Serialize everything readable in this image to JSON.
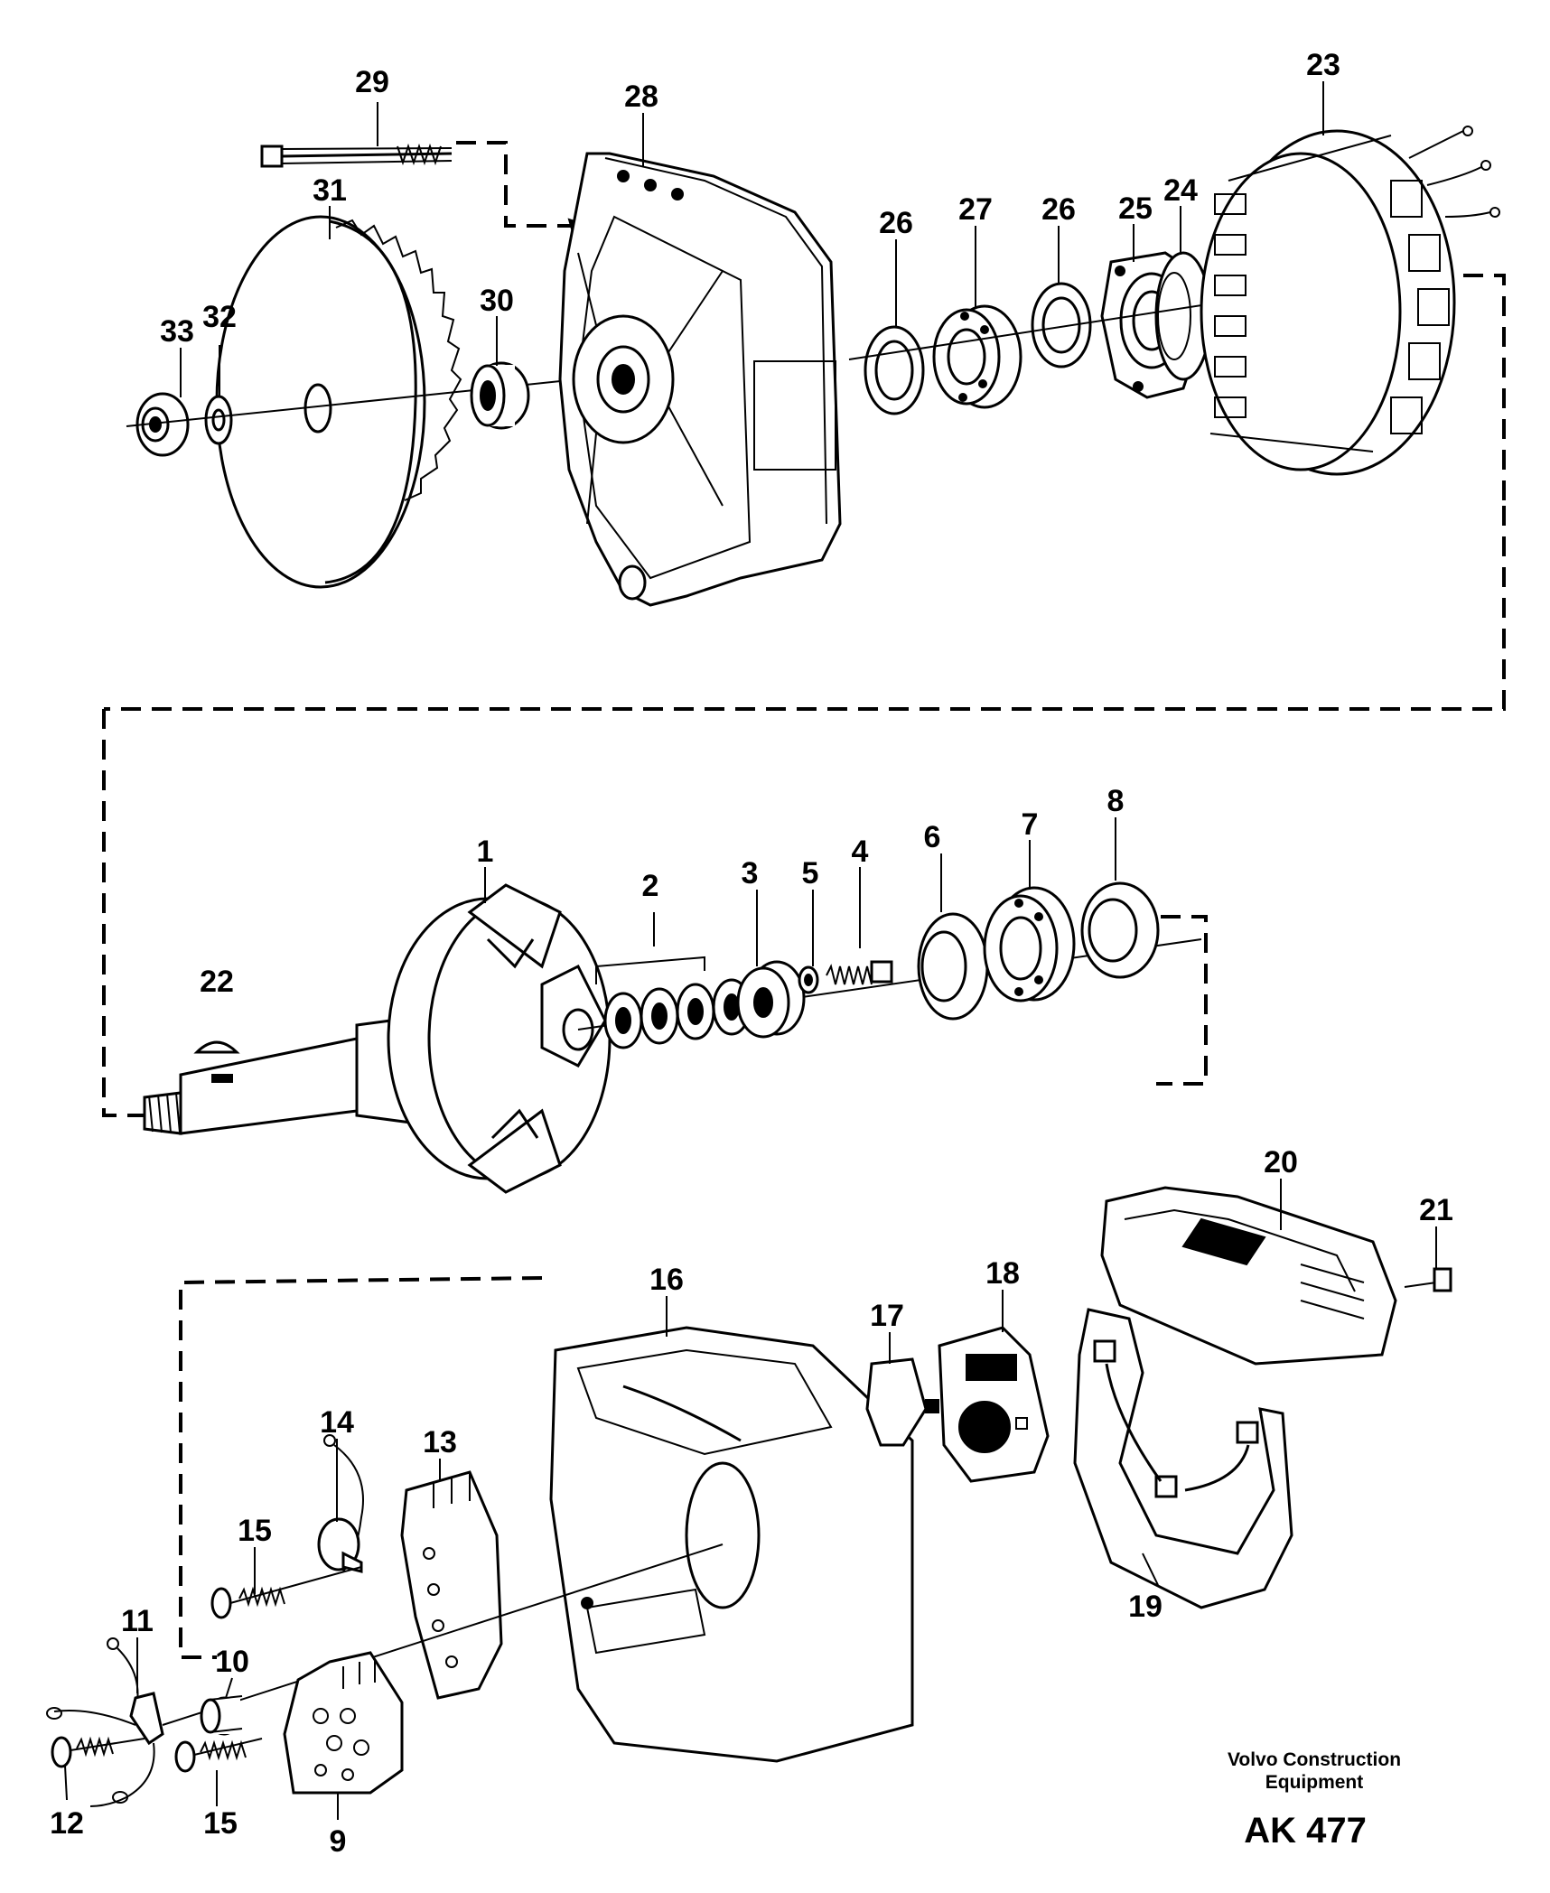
{
  "labels": [
    "29",
    "28",
    "23",
    "31",
    "26",
    "27",
    "26",
    "25",
    "24",
    "30",
    "33",
    "32",
    "1",
    "2",
    "3",
    "5",
    "4",
    "6",
    "7",
    "8",
    "22",
    "20",
    "21",
    "16",
    "17",
    "18",
    "14",
    "13",
    "15",
    "19",
    "11",
    "10",
    "12",
    "15",
    "9"
  ],
  "credit": {
    "line1": "Volvo Construction",
    "line2": "Equipment",
    "code": "AK 477"
  }
}
